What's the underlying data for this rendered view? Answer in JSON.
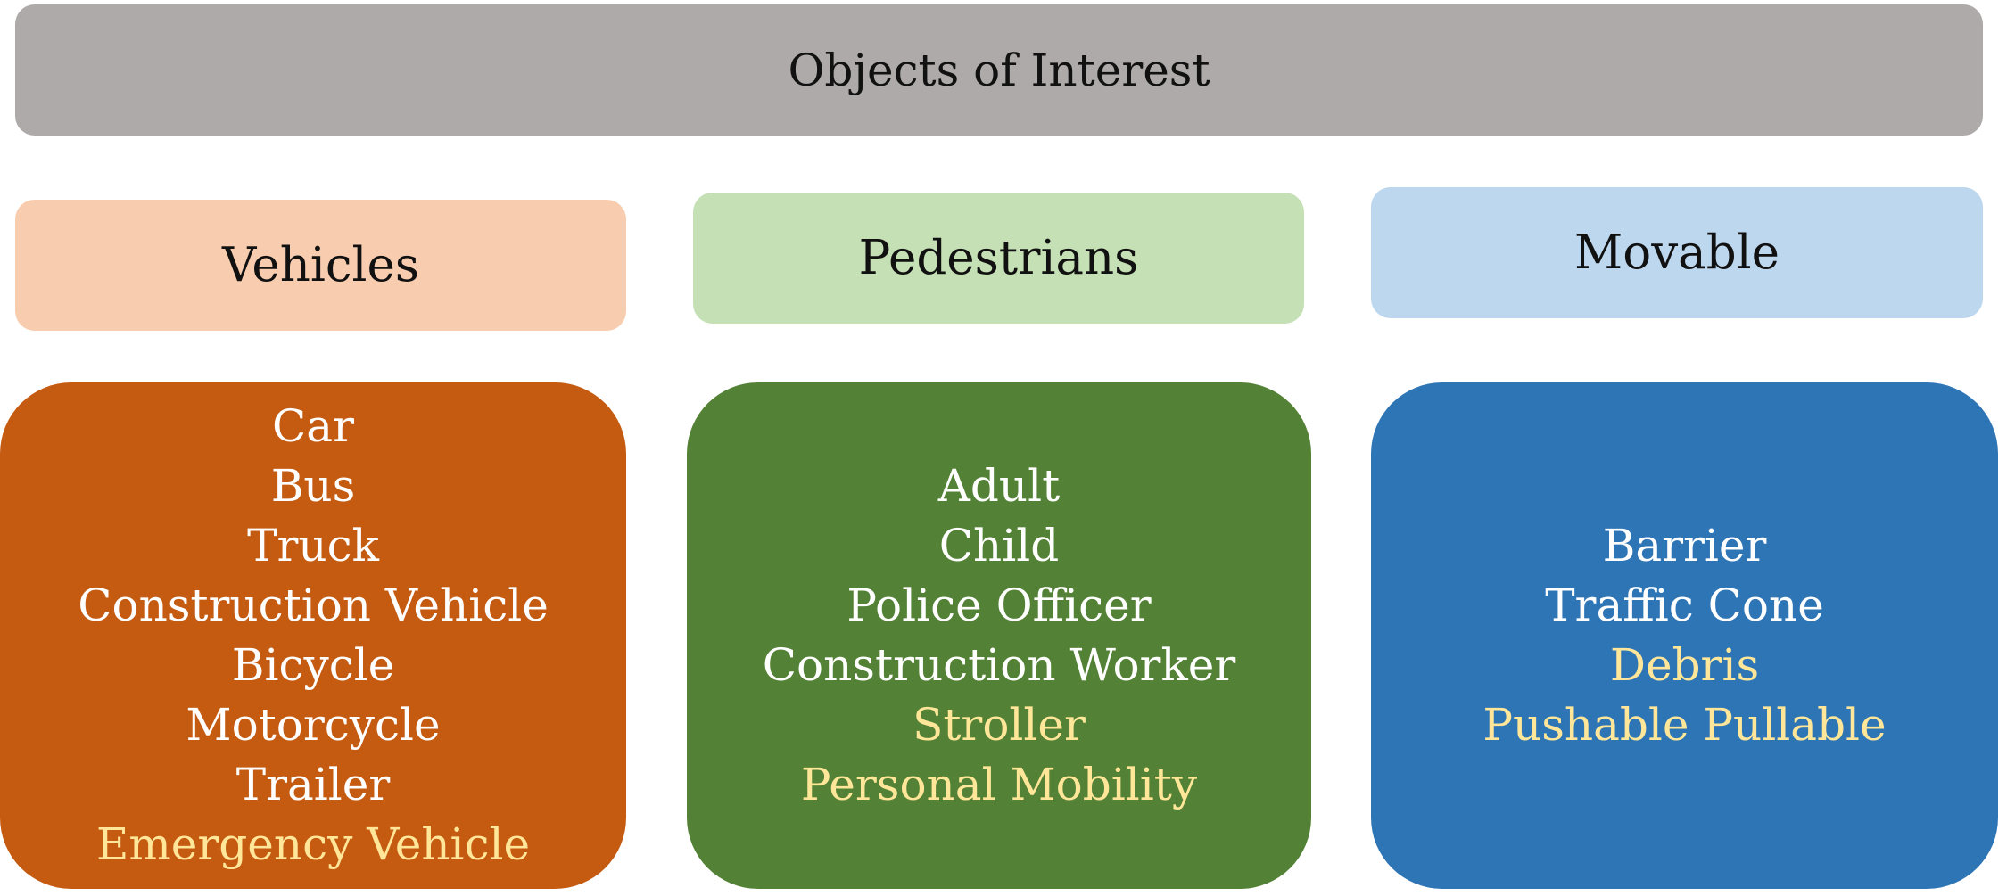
{
  "root": {
    "label": "Objects of Interest",
    "color": "#aeaaaa"
  },
  "categories": [
    {
      "label": "Vehicles",
      "header_color": "#f8ccae",
      "box_color": "#c55a11",
      "items": [
        "Car",
        "Bus",
        "Truck",
        "Construction Vehicle",
        "Bicycle",
        "Motorcycle",
        "Trailer"
      ],
      "highlight_items": [
        "Emergency Vehicle"
      ]
    },
    {
      "label": "Pedestrians",
      "header_color": "#c5e0b5",
      "box_color": "#538135",
      "items": [
        "Adult",
        "Child",
        "Police Officer",
        "Construction Worker"
      ],
      "highlight_items": [
        "Stroller",
        "Personal Mobility"
      ]
    },
    {
      "label": "Movable",
      "header_color": "#bdd7ee",
      "box_color": "#2e75b6",
      "items": [
        "Barrier",
        "Traffic Cone"
      ],
      "highlight_items": [
        "Debris",
        "Pushable Pullable"
      ]
    }
  ],
  "colors": {
    "item_text": "#ffffff",
    "highlight_text": "#ffe699"
  }
}
